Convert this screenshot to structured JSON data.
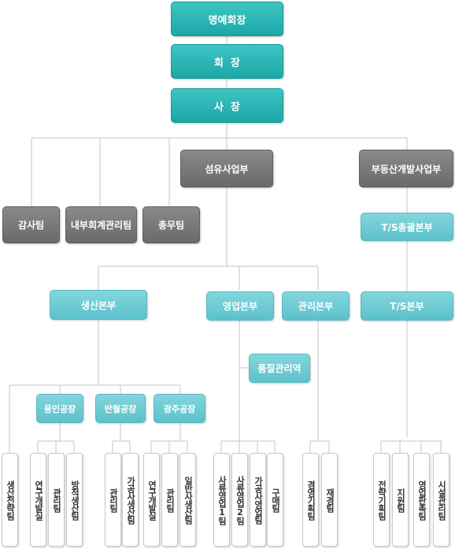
{
  "top": {
    "honorary_chairman": "명예회장",
    "chairman": "회  장",
    "president": "사  장"
  },
  "divisions": {
    "audit": "감사팀",
    "internal_accounting": "내부회계관리팀",
    "general_affairs": "총무팀",
    "fiber": "섬유사업부",
    "real_estate": "부동산개발사업부"
  },
  "hqs": {
    "ts_general": "T/S총괄본부",
    "ts": "T/S본부",
    "production": "생산본부",
    "sales": "영업본부",
    "management": "관리본부",
    "quality": "품질관리역"
  },
  "plants": {
    "yongin": "용인공장",
    "banwol": "반월공장",
    "gwangju": "광주공장"
  },
  "teams": [
    "생산전략팀",
    "연구개발실",
    "관리팀",
    "방적생산팀",
    "관리팀",
    "가공사생산팀",
    "연구개발실",
    "관리팀",
    "일반사생산팀",
    "사류영업1팀",
    "사류영업2팀",
    "가공사영업팀",
    "구매팀",
    "경영기획팀",
    "재경팀",
    "전략기획팀",
    "지원팀",
    "영업판촉팀",
    "시설관리팀"
  ]
}
